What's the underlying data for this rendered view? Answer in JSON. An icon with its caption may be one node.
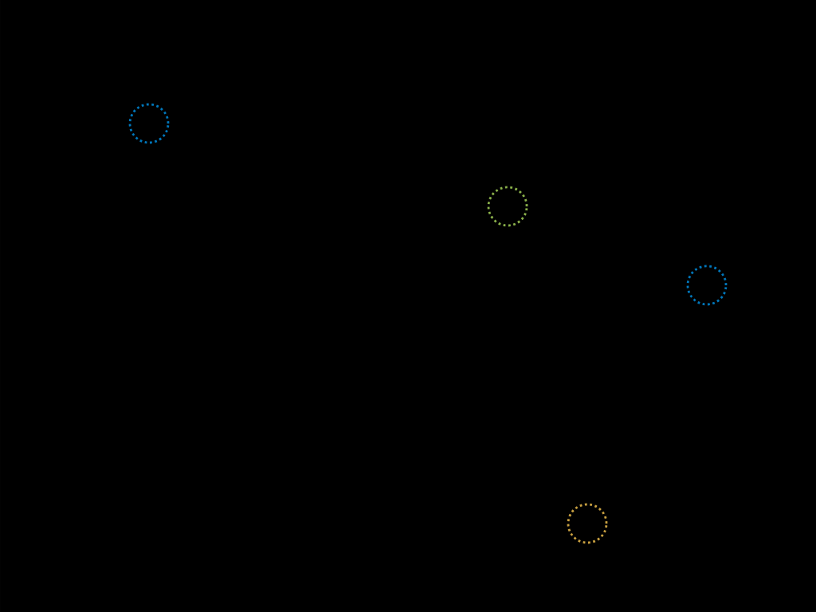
{
  "diagram": {
    "nodes": [
      {
        "text": [],
        "shape": "circle"
      },
      {
        "text": [],
        "shape": "circle"
      },
      {
        "text": [],
        "shape": "circle"
      },
      {
        "text": [],
        "shape": "circle"
      }
    ]
  }
}
